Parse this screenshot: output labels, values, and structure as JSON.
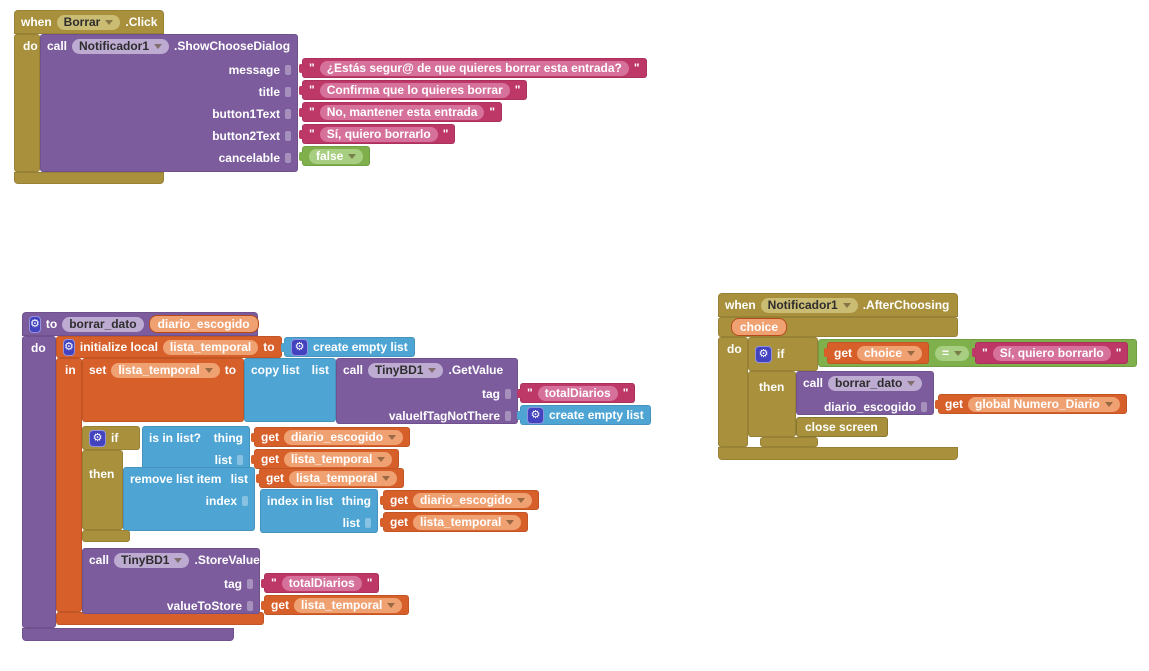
{
  "icons": {
    "gear": "⚙"
  },
  "colors": {
    "event_control": "#A8903C",
    "procedure": "#7C5C9D",
    "variables": "#D75F2A",
    "lists": "#4EA5D4",
    "text": "#BD3767",
    "logic": "#7FB04B"
  },
  "tokens": {
    "when": "when",
    "do": "do",
    "then": "then",
    "if": "if",
    "to": "to",
    "in": "in",
    "call": "call",
    "get": "get",
    "set": "set",
    "list": "list",
    "thing": "thing",
    "tag": "tag",
    "quote": "\""
  },
  "when_borrar_click": {
    "component": "Borrar",
    "event": ".Click",
    "dialog_call": {
      "component": "Notificador1",
      "method": ".ShowChooseDialog",
      "message_label": "message",
      "message_value": "¿Estás segur@ de que quieres borrar esta entrada?",
      "title_label": "title",
      "title_value": "Confirma que lo quieres borrar",
      "button1_label": "button1Text",
      "button1_value": "No, mantener esta entrada",
      "button2_label": "button2Text",
      "button2_value": "Sí, quiero borrarlo",
      "cancelable_label": "cancelable",
      "cancelable_value": "false"
    }
  },
  "procedure_borrar_dato": {
    "name": "borrar_dato",
    "param": "diario_escogido",
    "init_local_label": "initialize local",
    "local_var": "lista_temporal",
    "create_empty_list": "create empty list",
    "set_var": "lista_temporal",
    "copy_list_label": "copy list",
    "tinydb": "TinyBD1",
    "get_value_method": ".GetValue",
    "tag_value": "totalDiarios",
    "value_if_tag_label": "valueIfTagNotThere",
    "is_in_list_label": "is in list?",
    "var_diario": "diario_escogido",
    "var_lista": "lista_temporal",
    "remove_item_label": "remove list item",
    "index_label": "index",
    "index_in_list_label": "index in list",
    "store_value_method": ".StoreValue",
    "value_to_store_label": "valueToStore"
  },
  "when_notificador_afterchoosing": {
    "component": "Notificador1",
    "event": ".AfterChoosing",
    "param": "choice",
    "choice_var": "choice",
    "equals": "=",
    "compare_text": "Sí, quiero borrarlo",
    "call_proc": "borrar_dato",
    "arg_label": "diario_escogido",
    "global_var": "global Numero_Diario",
    "close_screen_label": "close screen"
  }
}
